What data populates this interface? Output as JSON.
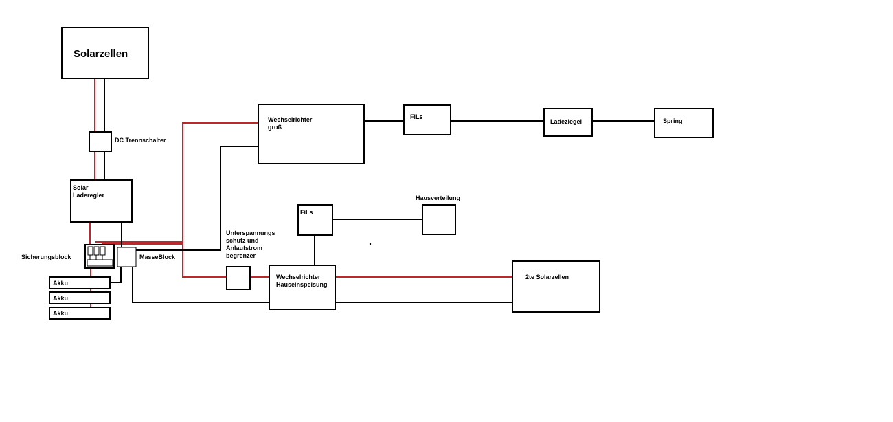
{
  "colors": {
    "positive": "#c0272d",
    "negative": "#000000",
    "background": "#ffffff"
  },
  "labels": {
    "solarzellen": "Solarzellen",
    "dc_trennschalter": "DC Trennschalter",
    "solar_laderegler": "Solar\nLaderegler",
    "sicherungsblock": "Sicherungsblock",
    "masseblock": "MasseBlock",
    "akku_1": "Akku",
    "akku_2": "Akku",
    "akku_3": "Akku",
    "wechselrichter_gross": "Wechselrichter\ngroß",
    "fils_top": "FiLs",
    "ladeziegel": "Ladeziegel",
    "spring": "Spring",
    "fils_mid": "FiLs",
    "hausverteilung": "Hausverteilung",
    "unterspannungsschutz": "Unterspannungs\nschutz und\nAnlaufstrom\nbegrenzer",
    "wechselrichter_haus": "Wechselrichter\nHauseinspeisung",
    "solarzellen_2": "2te Solarzellen"
  }
}
